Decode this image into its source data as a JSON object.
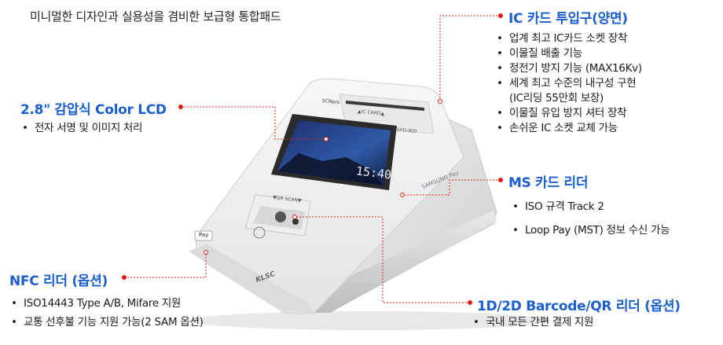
{
  "tagline": "미니멀한 디자인과 실용성을 겸비한 보급형 통합패드",
  "device": {
    "brand_logo": "SCNpro",
    "card_slot_label": "▲IC CARD▲",
    "model": "SPD-800",
    "qr_label": "▼QR SCAN▼",
    "screen_time": "15:40",
    "apple_pay": "Pay",
    "samsung_pay": "SAMSUNG Pay",
    "front_logo": "KLSC"
  },
  "features": {
    "ic_card": {
      "title": "IC 카드 투입구(양면)",
      "items": [
        "업계 최고 IC카드 소켓 장착",
        "이물질 배출 기능",
        "정전기 방지 기능 (MAX16Kv)",
        "세계 최고 수준의 내구성 구현",
        "(IC리딩 55만회 보장)",
        "이물질 유입 방지 셔터 장착",
        "손쉬운 IC 소켓 교체 가능"
      ]
    },
    "lcd": {
      "title": "2.8\" 감압식 Color LCD",
      "items": [
        "전자 서명 및 이미지 처리"
      ]
    },
    "ms_card": {
      "title": "MS 카드 리더",
      "items": [
        "ISO 규격 Track 2",
        "Loop Pay (MST) 정보 수신 가능"
      ]
    },
    "nfc": {
      "title": "NFC 리더 (옵션)",
      "items": [
        "ISO14443 Type A/B, Mifare 지원",
        "교통 선후불 기능 지원 가능(2 SAM 옵션)"
      ]
    },
    "barcode": {
      "title": "1D/2D Barcode/QR 리더 (옵션)",
      "items": [
        "국내 모든 간편 결제 지원"
      ]
    }
  }
}
